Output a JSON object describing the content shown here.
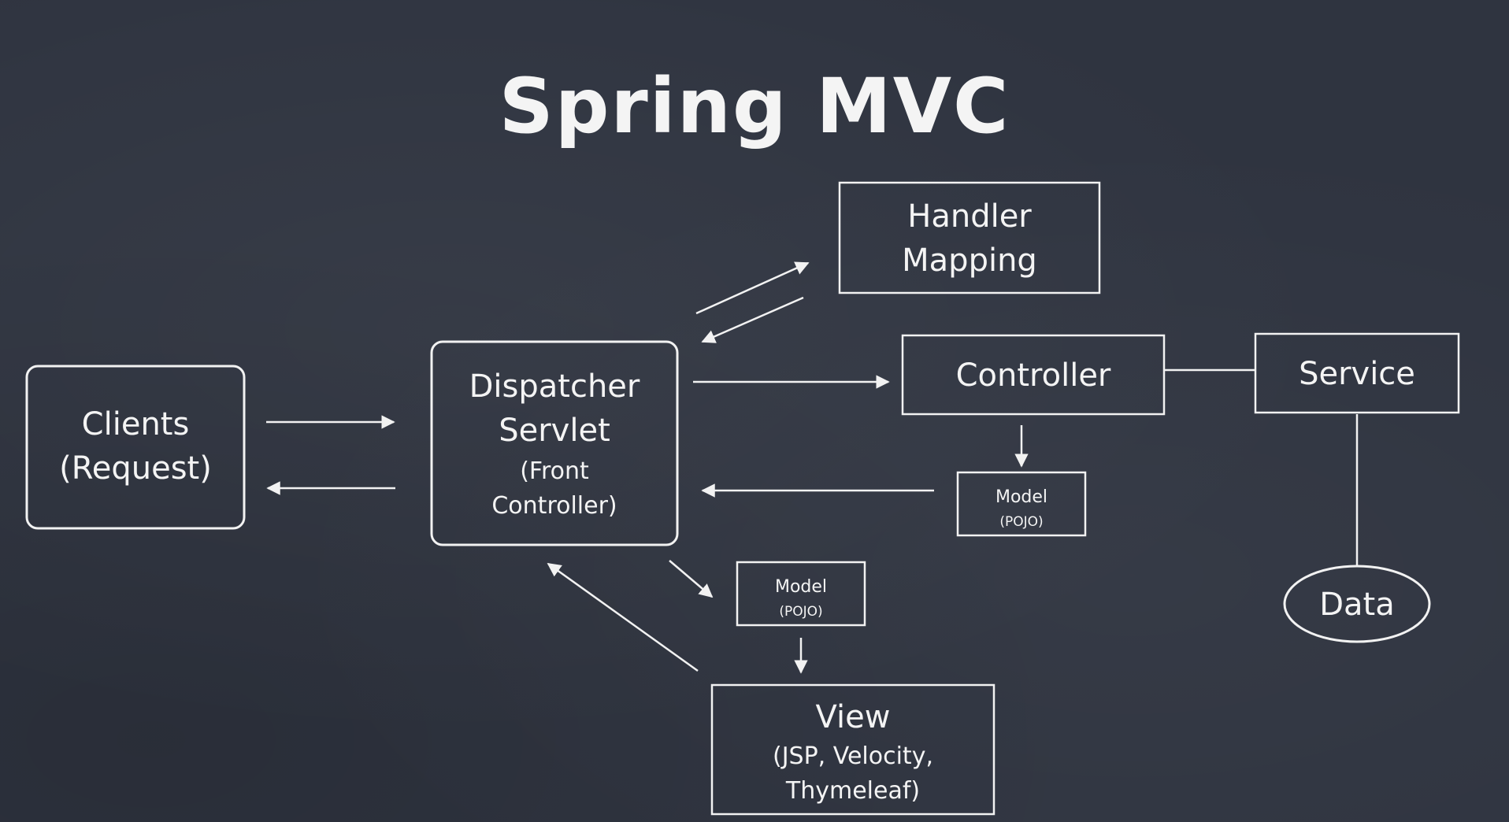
{
  "title": "Spring MVC",
  "nodes": {
    "clients": {
      "line1": "Clients",
      "line2": "(Request)"
    },
    "dispatcher": {
      "line1": "Dispatcher",
      "line2": "Servlet",
      "line3": "(Front",
      "line4": "Controller)"
    },
    "handler": {
      "line1": "Handler",
      "line2": "Mapping"
    },
    "controller": {
      "label": "Controller"
    },
    "service": {
      "label": "Service"
    },
    "model_right": {
      "line1": "Model",
      "line2": "(POJO)"
    },
    "model_center": {
      "line1": "Model",
      "line2": "(POJO)"
    },
    "view": {
      "line1": "View",
      "line2": "(JSP, Velocity,",
      "line3": "Thymeleaf)"
    },
    "data": {
      "label": "Data"
    }
  },
  "edges": [
    {
      "from": "clients",
      "to": "dispatcher"
    },
    {
      "from": "dispatcher",
      "to": "clients"
    },
    {
      "from": "dispatcher",
      "to": "handler"
    },
    {
      "from": "handler",
      "to": "dispatcher"
    },
    {
      "from": "dispatcher",
      "to": "controller"
    },
    {
      "from": "controller",
      "to": "service"
    },
    {
      "from": "controller",
      "to": "model_right"
    },
    {
      "from": "model_right",
      "to": "dispatcher"
    },
    {
      "from": "dispatcher",
      "to": "model_center"
    },
    {
      "from": "model_center",
      "to": "view"
    },
    {
      "from": "view",
      "to": "dispatcher"
    },
    {
      "from": "service",
      "to": "data"
    }
  ],
  "colors": {
    "board": "#2f3440",
    "chalk": "#f2f2f2"
  }
}
